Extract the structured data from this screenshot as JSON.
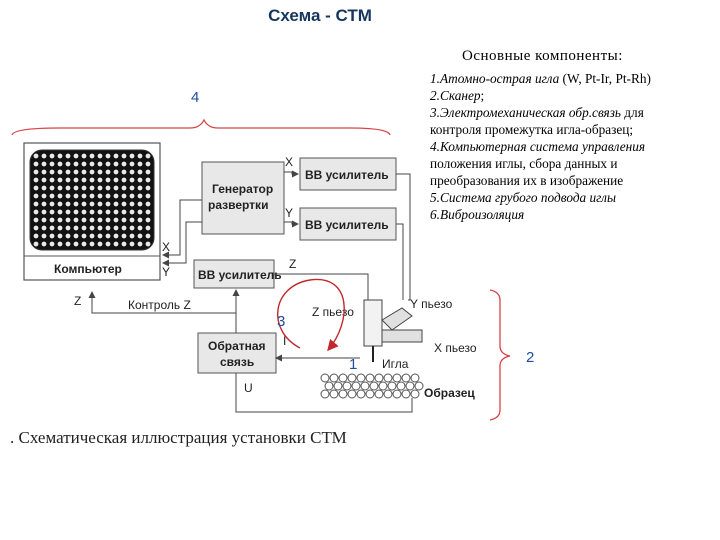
{
  "title": "Схема - СТМ",
  "components": {
    "heading": "Основные компоненты:",
    "items": [
      {
        "em": "1.Атомно-острая игла",
        "rest": " (W, Pt-Ir, Pt-Rh)"
      },
      {
        "em": "2.Сканер",
        "rest": ";"
      },
      {
        "em": "3.Электромеханическая обр.связь",
        "rest": " для контроля промежутка игла-образец;"
      },
      {
        "em": "4.Компьютерная система управления",
        "rest": " положения иглы, сбора данных и преобразования их в изображение"
      },
      {
        "em": "5.Система грубого подвода иглы",
        "rest": ""
      },
      {
        "em": "6.Виброизоляция",
        "rest": ""
      }
    ]
  },
  "diagram": {
    "computer": "Компьютер",
    "generator_line1": "Генератор",
    "generator_line2": "развертки",
    "amp_x": "ВВ усилитель",
    "amp_y": "ВВ усилитель",
    "amp_z": "ВВ усилитель",
    "feedback_line1": "Обратная",
    "feedback_line2": "связь",
    "control_z": "Контроль Z",
    "piezo_z": "Z пьезо",
    "piezo_y": "Y пьезо",
    "piezo_x": "X пьезо",
    "tip": "Игла",
    "sample": "Образец",
    "x_gen": "X",
    "y_gen": "Y",
    "x_comp": "X",
    "y_comp": "Y",
    "z_amp": "Z",
    "z_left": "Z",
    "i_tip": "I",
    "u_fb": "U",
    "label1": "1",
    "label2": "2",
    "label3": "3",
    "label4": "4"
  },
  "caption": "Схематическая иллюстрация установки СТМ",
  "colors": {
    "title": "#17365d",
    "annotation": "#1f4e9b",
    "arrow": "#c0282d",
    "brace": "#d8434b"
  }
}
